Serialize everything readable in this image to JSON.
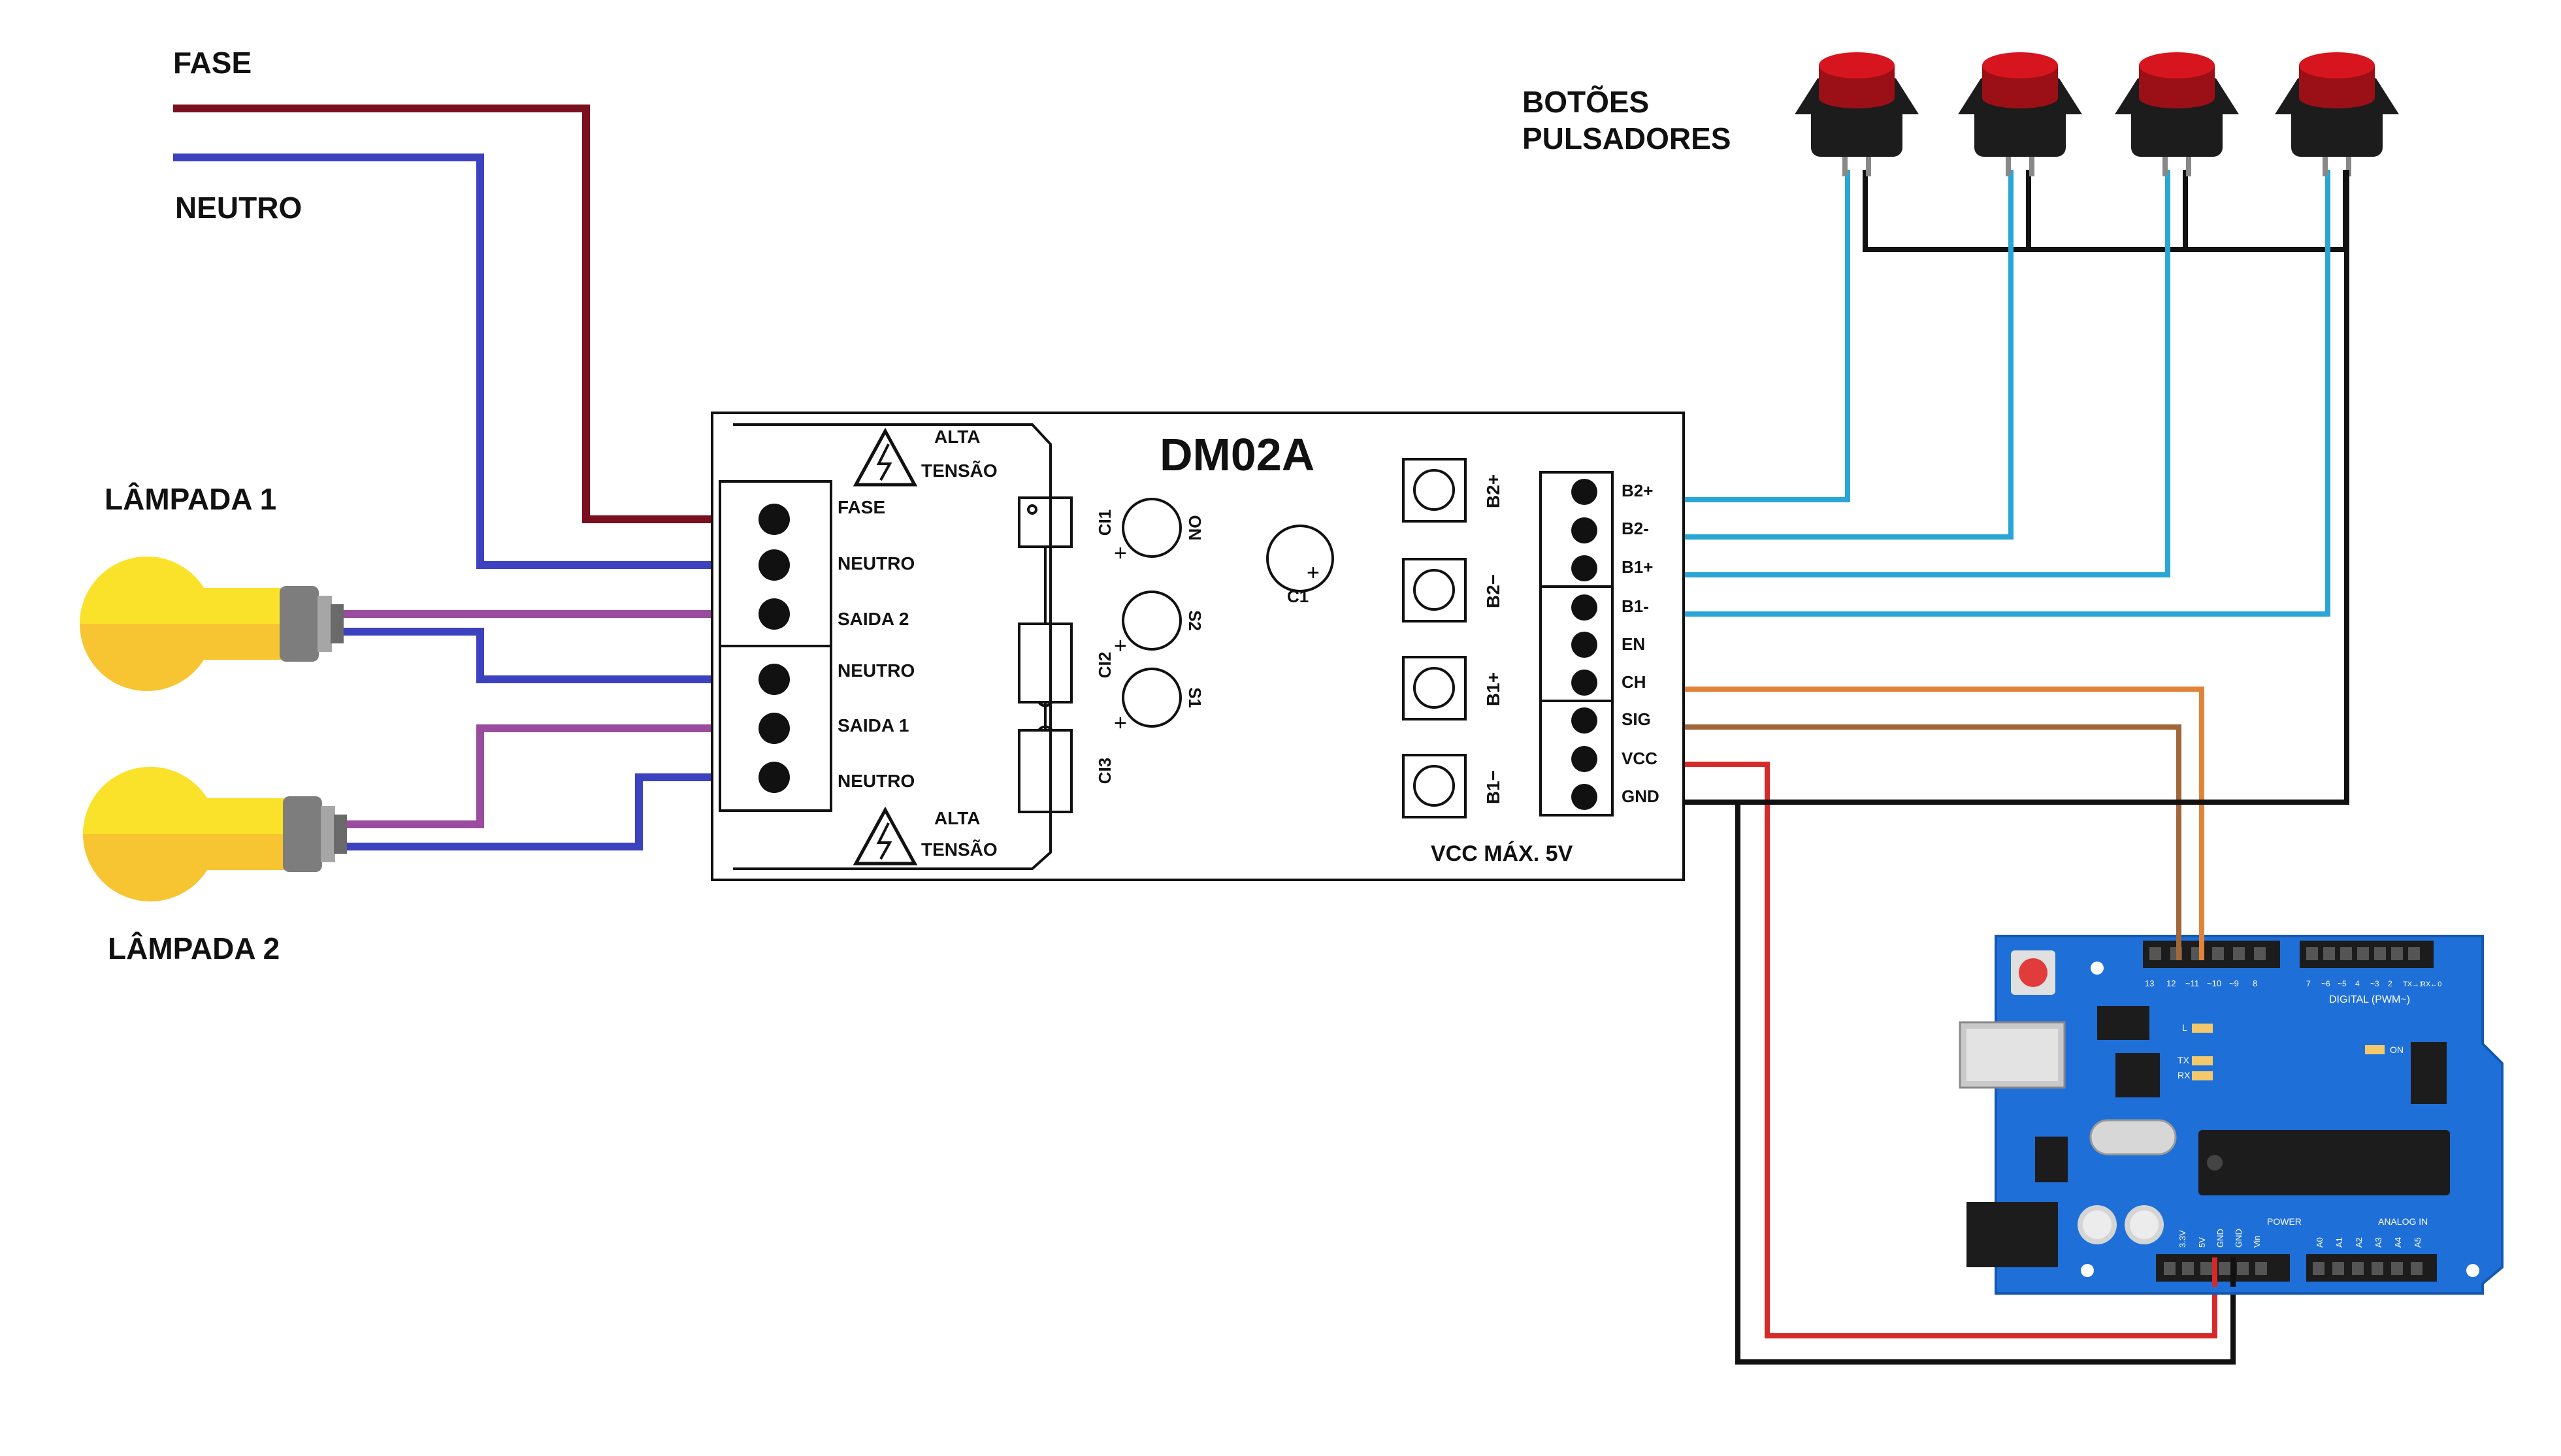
{
  "wire_labels": {
    "fase": "FASE",
    "neutro": "NEUTRO"
  },
  "lamps": {
    "lamp1": "LÂMPADA 1",
    "lamp2": "LÂMPADA 2"
  },
  "buttons": {
    "title_line1": "BOTÕES",
    "title_line2": "PULSADORES",
    "count": 4
  },
  "module": {
    "title": "DM02A",
    "warning": {
      "line1": "ALTA",
      "line2": "TENSÃO"
    },
    "terminals_left": [
      "FASE",
      "NEUTRO",
      "SAIDA 2",
      "NEUTRO",
      "SAIDA 1",
      "NEUTRO"
    ],
    "terminals_right": [
      "B2+",
      "B2-",
      "B1+",
      "B1-",
      "EN",
      "CH",
      "SIG",
      "VCC",
      "GND"
    ],
    "switch_labels": [
      "B2+",
      "B2−",
      "B1+",
      "B1−"
    ],
    "components": {
      "ci1": "CI1",
      "ci2": "CI2",
      "ci3": "CI3",
      "on": "ON",
      "s2": "S2",
      "s1": "S1",
      "c1": "C1",
      "plus": "+"
    },
    "vcc_note": "VCC MÁX. 5V"
  },
  "arduino": {
    "digital_label": "DIGITAL (PWM~)",
    "power_label": "POWER",
    "analog_label": "ANALOG IN",
    "digital_pins_top": [
      "13",
      "12",
      "~11",
      "~10",
      "~9",
      "8"
    ],
    "digital_pins_top2": [
      "7",
      "~6",
      "~5",
      "4",
      "~3",
      "2",
      "TX→1",
      "RX←0"
    ],
    "power_pins": [
      "3.3V",
      "5V",
      "GND",
      "GND",
      "Vin"
    ],
    "analog_pins": [
      "A0",
      "A1",
      "A2",
      "A3",
      "A4",
      "A5"
    ],
    "leds": [
      "L",
      "TX",
      "RX",
      "ON"
    ]
  },
  "colors": {
    "fase_wire": "#7a0f1f",
    "neutro_wire": "#3c41c0",
    "saida_wire": "#9a4d9e",
    "button_wire": "#2aa6d6",
    "sig_wire": "#a0673a",
    "ch_wire": "#e0843a",
    "vcc_wire": "#d62a2a",
    "gnd_wire": "#111111",
    "arduino_board": "#1f6fd8",
    "button_cap": "#d6151f",
    "lamp_bulb": "#f7c531"
  }
}
